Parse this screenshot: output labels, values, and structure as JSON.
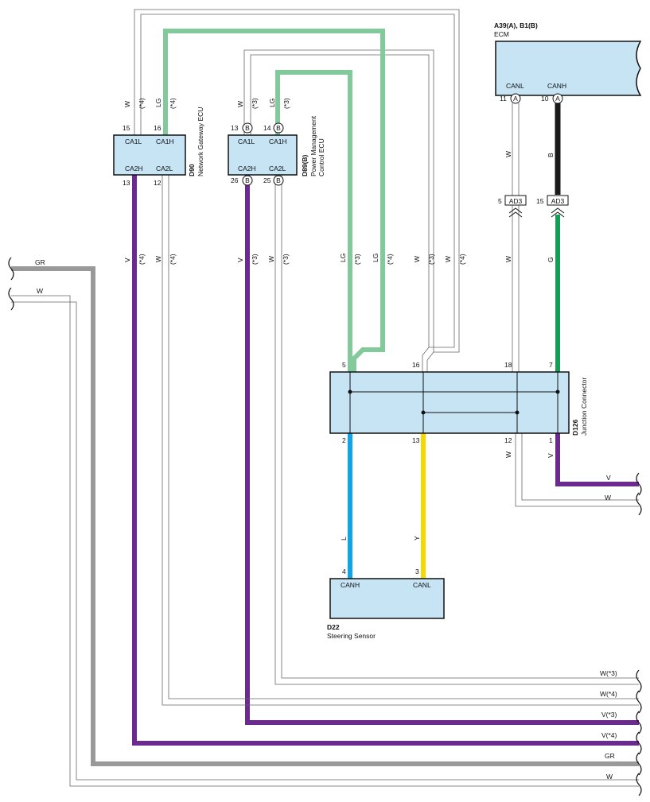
{
  "components": {
    "ecm": {
      "id": "A39(A), B1(B)",
      "name": "ECM",
      "pins": [
        {
          "label": "CANL",
          "num": "11",
          "conn": "A"
        },
        {
          "label": "CANH",
          "num": "10",
          "conn": "A"
        }
      ]
    },
    "gateway": {
      "id": "D90",
      "name": "Network Gateway ECU",
      "pins": [
        {
          "label": "CA1L",
          "num": "15"
        },
        {
          "label": "CA1H",
          "num": "16"
        },
        {
          "label": "CA2H",
          "num": "13"
        },
        {
          "label": "CA2L",
          "num": "12"
        }
      ]
    },
    "power": {
      "id": "D89(B)",
      "name_line1": "Power Management",
      "name_line2": "Control ECU",
      "conn": "B",
      "pins": [
        {
          "label": "CA1L",
          "num": "13"
        },
        {
          "label": "CA1H",
          "num": "14"
        },
        {
          "label": "CA2H",
          "num": "26"
        },
        {
          "label": "CA2L",
          "num": "25"
        }
      ]
    },
    "junction": {
      "id": "D126",
      "name": "Junction Connector",
      "pins": [
        "5",
        "16",
        "18",
        "7",
        "2",
        "13",
        "12",
        "1"
      ]
    },
    "steering": {
      "id": "D22",
      "name": "Steering Sensor",
      "pins": [
        {
          "label": "CANH",
          "num": "4"
        },
        {
          "label": "CANL",
          "num": "3"
        }
      ]
    },
    "ad3": {
      "label": "AD3",
      "pins": [
        "5",
        "15"
      ]
    }
  },
  "wires": {
    "gw_top_left": {
      "color": "W",
      "note": "(*4)"
    },
    "gw_top_right": {
      "color": "LG",
      "note": "(*4)"
    },
    "pm_top_left": {
      "color": "W",
      "note": "(*3)"
    },
    "pm_top_right": {
      "color": "LG",
      "note": "(*3)"
    },
    "gw_bot_left": {
      "color": "V",
      "note": "(*4)"
    },
    "gw_bot_right": {
      "color": "W",
      "note": "(*4)"
    },
    "pm_bot_left": {
      "color": "V",
      "note": "(*3)"
    },
    "pm_bot_right": {
      "color": "W",
      "note": "(*3)"
    },
    "mid_lg3": {
      "color": "LG",
      "note": "(*3)"
    },
    "mid_lg4": {
      "color": "LG",
      "note": "(*4)"
    },
    "mid_w3": {
      "color": "W",
      "note": "(*3)"
    },
    "mid_w4": {
      "color": "W",
      "note": "(*4)"
    },
    "ecm_canl": "W",
    "ecm_canh": "B",
    "ad3_canl": "W",
    "ad3_canh": "G",
    "jc_12": "W",
    "jc_1": "V",
    "steer_h": "L",
    "steer_l": "Y",
    "left_gr": "GR",
    "left_w": "W",
    "right_v": "V",
    "right_w": "W",
    "bottom": [
      "W(*3)",
      "W(*4)",
      "V(*3)",
      "V(*4)",
      "GR",
      "W"
    ]
  },
  "colors": {
    "LG": "#82c99c",
    "V": "#6b2a8e",
    "GR": "#999999",
    "B": "#1a1a1a",
    "G": "#159e55",
    "L": "#0ea5e9",
    "Y": "#f5d800",
    "W": "#666666",
    "box": "#c6e4f4"
  }
}
